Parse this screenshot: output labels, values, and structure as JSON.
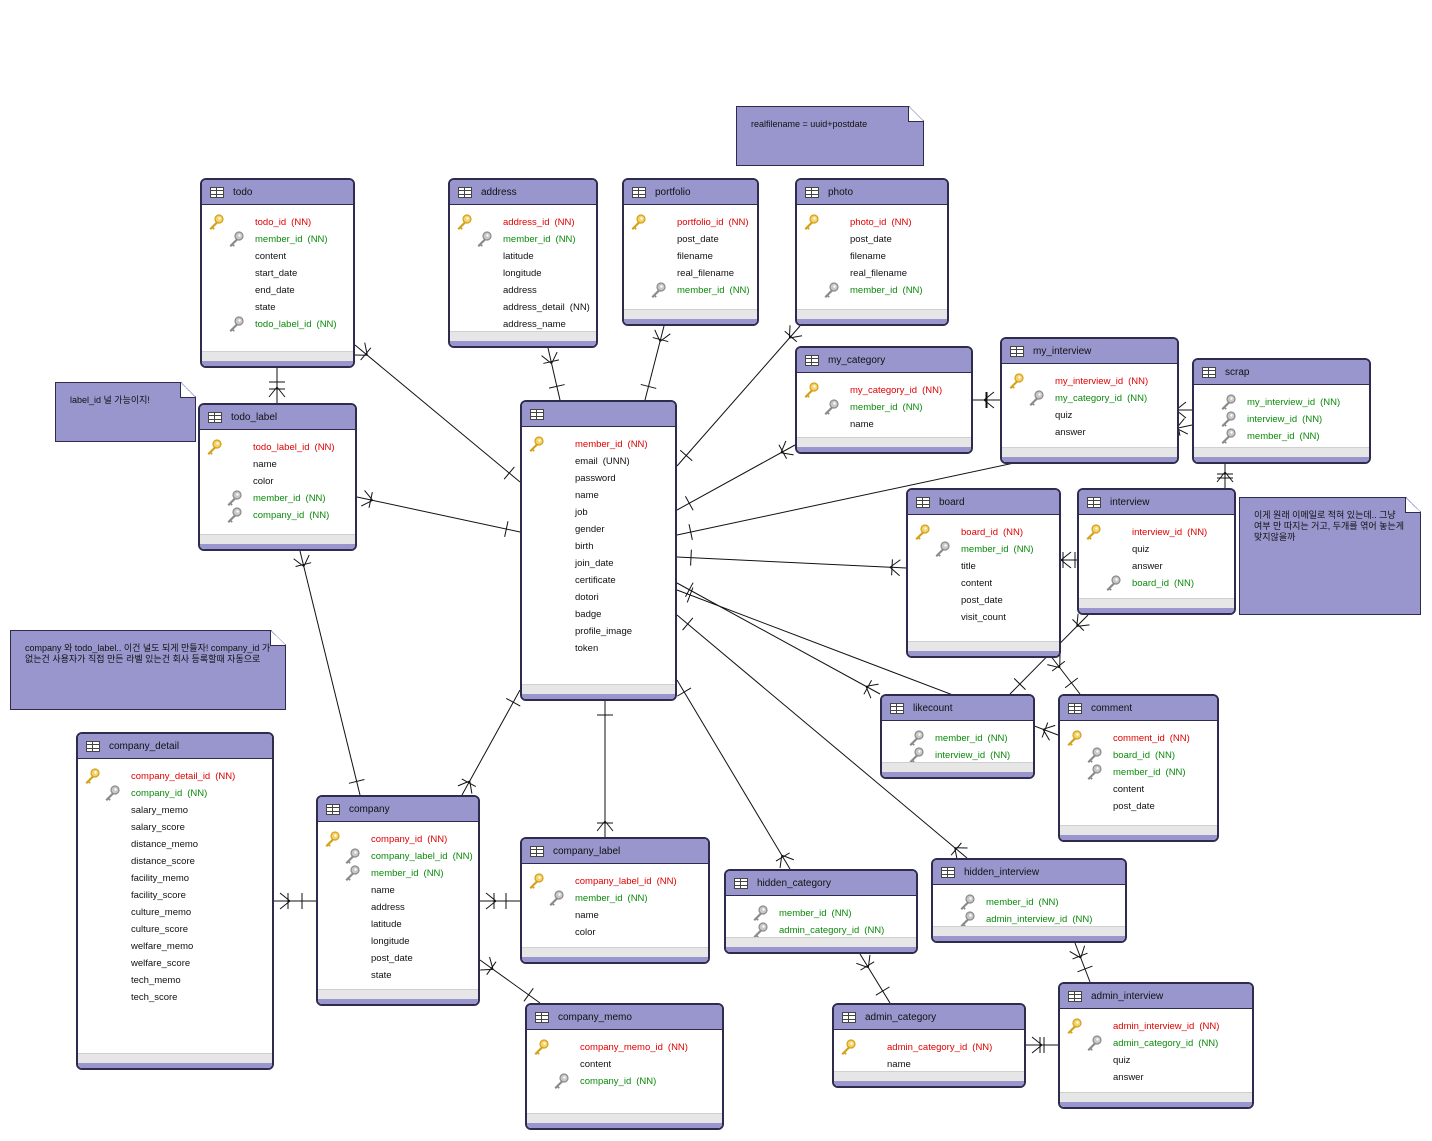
{
  "notes": [
    {
      "id": "n1",
      "text": "realfilename = uuid+postdate"
    },
    {
      "id": "n2",
      "text": "label_id 널 가능이지!"
    },
    {
      "id": "n3",
      "text": "company 와 todo_label.. 이건 널도 되게 만들자! company_id 가 없는건 사용자가 직접 만든 라벨 있는건 회사 등록할때 자동으로"
    },
    {
      "id": "n4",
      "text": "이게 원래 이메일로 적혀 있는데.. 그냥 여부 만 따지는 거고, 두개를 엮어 놓는게 맞지않을까"
    }
  ],
  "tables": [
    {
      "id": "todo",
      "title": "todo",
      "columns": [
        {
          "name": "todo_id",
          "tag": "(NN)",
          "key": "pk"
        },
        {
          "name": "member_id",
          "tag": "(NN)",
          "key": "fk"
        },
        {
          "name": "content",
          "tag": "",
          "key": ""
        },
        {
          "name": "start_date",
          "tag": "",
          "key": ""
        },
        {
          "name": "end_date",
          "tag": "",
          "key": ""
        },
        {
          "name": "state",
          "tag": "",
          "key": ""
        },
        {
          "name": "todo_label_id",
          "tag": "(NN)",
          "key": "fk"
        }
      ]
    },
    {
      "id": "address",
      "title": "address",
      "columns": [
        {
          "name": "address_id",
          "tag": "(NN)",
          "key": "pk"
        },
        {
          "name": "member_id",
          "tag": "(NN)",
          "key": "fk"
        },
        {
          "name": "latitude",
          "tag": "",
          "key": ""
        },
        {
          "name": "longitude",
          "tag": "",
          "key": ""
        },
        {
          "name": "address",
          "tag": "",
          "key": ""
        },
        {
          "name": "address_detail",
          "tag": "(NN)",
          "key": ""
        },
        {
          "name": "address_name",
          "tag": "",
          "key": ""
        }
      ]
    },
    {
      "id": "portfolio",
      "title": "portfolio",
      "columns": [
        {
          "name": "portfolio_id",
          "tag": "(NN)",
          "key": "pk"
        },
        {
          "name": "post_date",
          "tag": "",
          "key": ""
        },
        {
          "name": "filename",
          "tag": "",
          "key": ""
        },
        {
          "name": "real_filename",
          "tag": "",
          "key": ""
        },
        {
          "name": "member_id",
          "tag": "(NN)",
          "key": "fk"
        }
      ]
    },
    {
      "id": "photo",
      "title": "photo",
      "columns": [
        {
          "name": "photo_id",
          "tag": "(NN)",
          "key": "pk"
        },
        {
          "name": "post_date",
          "tag": "",
          "key": ""
        },
        {
          "name": "filename",
          "tag": "",
          "key": ""
        },
        {
          "name": "real_filename",
          "tag": "",
          "key": ""
        },
        {
          "name": "member_id",
          "tag": "(NN)",
          "key": "fk"
        }
      ]
    },
    {
      "id": "my_category",
      "title": "my_category",
      "columns": [
        {
          "name": "my_category_id",
          "tag": "(NN)",
          "key": "pk"
        },
        {
          "name": "member_id",
          "tag": "(NN)",
          "key": "fk"
        },
        {
          "name": "name",
          "tag": "",
          "key": ""
        }
      ]
    },
    {
      "id": "my_interview",
      "title": "my_interview",
      "columns": [
        {
          "name": "my_interview_id",
          "tag": "(NN)",
          "key": "pk"
        },
        {
          "name": "my_category_id",
          "tag": "(NN)",
          "key": "fk"
        },
        {
          "name": "quiz",
          "tag": "",
          "key": ""
        },
        {
          "name": "answer",
          "tag": "",
          "key": ""
        }
      ]
    },
    {
      "id": "scrap",
      "title": "scrap",
      "columns": [
        {
          "name": "my_interview_id",
          "tag": "(NN)",
          "key": "fk"
        },
        {
          "name": "interview_id",
          "tag": "(NN)",
          "key": "fk"
        },
        {
          "name": "member_id",
          "tag": "(NN)",
          "key": "fk"
        }
      ]
    },
    {
      "id": "todo_label",
      "title": "todo_label",
      "columns": [
        {
          "name": "todo_label_id",
          "tag": "(NN)",
          "key": "pk"
        },
        {
          "name": "name",
          "tag": "",
          "key": ""
        },
        {
          "name": "color",
          "tag": "",
          "key": ""
        },
        {
          "name": "member_id",
          "tag": "(NN)",
          "key": "fk"
        },
        {
          "name": "company_id",
          "tag": "(NN)",
          "key": "fk"
        }
      ]
    },
    {
      "id": "member",
      "title": "",
      "columns": [
        {
          "name": "member_id",
          "tag": "(NN)",
          "key": "pk"
        },
        {
          "name": "email",
          "tag": "(UNN)",
          "key": ""
        },
        {
          "name": "password",
          "tag": "",
          "key": ""
        },
        {
          "name": "name",
          "tag": "",
          "key": ""
        },
        {
          "name": "job",
          "tag": "",
          "key": ""
        },
        {
          "name": "gender",
          "tag": "",
          "key": ""
        },
        {
          "name": "birth",
          "tag": "",
          "key": ""
        },
        {
          "name": "join_date",
          "tag": "",
          "key": ""
        },
        {
          "name": "certificate",
          "tag": "",
          "key": ""
        },
        {
          "name": "dotori",
          "tag": "",
          "key": ""
        },
        {
          "name": "badge",
          "tag": "",
          "key": ""
        },
        {
          "name": "profile_image",
          "tag": "",
          "key": ""
        },
        {
          "name": "token",
          "tag": "",
          "key": ""
        }
      ]
    },
    {
      "id": "board",
      "title": "board",
      "columns": [
        {
          "name": "board_id",
          "tag": "(NN)",
          "key": "pk"
        },
        {
          "name": "member_id",
          "tag": "(NN)",
          "key": "fk"
        },
        {
          "name": "title",
          "tag": "",
          "key": ""
        },
        {
          "name": "content",
          "tag": "",
          "key": ""
        },
        {
          "name": "post_date",
          "tag": "",
          "key": ""
        },
        {
          "name": "visit_count",
          "tag": "",
          "key": ""
        }
      ]
    },
    {
      "id": "interview",
      "title": "interview",
      "columns": [
        {
          "name": "interview_id",
          "tag": "(NN)",
          "key": "pk"
        },
        {
          "name": "quiz",
          "tag": "",
          "key": ""
        },
        {
          "name": "answer",
          "tag": "",
          "key": ""
        },
        {
          "name": "board_id",
          "tag": "(NN)",
          "key": "fk"
        }
      ]
    },
    {
      "id": "likecount",
      "title": "likecount",
      "columns": [
        {
          "name": "member_id",
          "tag": "(NN)",
          "key": "fk"
        },
        {
          "name": "interview_id",
          "tag": "(NN)",
          "key": "fk"
        }
      ]
    },
    {
      "id": "comment",
      "title": "comment",
      "columns": [
        {
          "name": "comment_id",
          "tag": "(NN)",
          "key": "pk"
        },
        {
          "name": "board_id",
          "tag": "(NN)",
          "key": "fk"
        },
        {
          "name": "member_id",
          "tag": "(NN)",
          "key": "fk"
        },
        {
          "name": "content",
          "tag": "",
          "key": ""
        },
        {
          "name": "post_date",
          "tag": "",
          "key": ""
        }
      ]
    },
    {
      "id": "company_detail",
      "title": "company_detail",
      "columns": [
        {
          "name": "company_detail_id",
          "tag": "(NN)",
          "key": "pk"
        },
        {
          "name": "company_id",
          "tag": "(NN)",
          "key": "fk"
        },
        {
          "name": "salary_memo",
          "tag": "",
          "key": ""
        },
        {
          "name": "salary_score",
          "tag": "",
          "key": ""
        },
        {
          "name": "distance_memo",
          "tag": "",
          "key": ""
        },
        {
          "name": "distance_score",
          "tag": "",
          "key": ""
        },
        {
          "name": "facility_memo",
          "tag": "",
          "key": ""
        },
        {
          "name": "facility_score",
          "tag": "",
          "key": ""
        },
        {
          "name": "culture_memo",
          "tag": "",
          "key": ""
        },
        {
          "name": "culture_score",
          "tag": "",
          "key": ""
        },
        {
          "name": "welfare_memo",
          "tag": "",
          "key": ""
        },
        {
          "name": "welfare_score",
          "tag": "",
          "key": ""
        },
        {
          "name": "tech_memo",
          "tag": "",
          "key": ""
        },
        {
          "name": "tech_score",
          "tag": "",
          "key": ""
        }
      ]
    },
    {
      "id": "company",
      "title": "company",
      "columns": [
        {
          "name": "company_id",
          "tag": "(NN)",
          "key": "pk"
        },
        {
          "name": "company_label_id",
          "tag": "(NN)",
          "key": "fk"
        },
        {
          "name": "member_id",
          "tag": "(NN)",
          "key": "fk"
        },
        {
          "name": "name",
          "tag": "",
          "key": ""
        },
        {
          "name": "address",
          "tag": "",
          "key": ""
        },
        {
          "name": "latitude",
          "tag": "",
          "key": ""
        },
        {
          "name": "longitude",
          "tag": "",
          "key": ""
        },
        {
          "name": "post_date",
          "tag": "",
          "key": ""
        },
        {
          "name": "state",
          "tag": "",
          "key": ""
        }
      ]
    },
    {
      "id": "company_label",
      "title": "company_label",
      "columns": [
        {
          "name": "company_label_id",
          "tag": "(NN)",
          "key": "pk"
        },
        {
          "name": "member_id",
          "tag": "(NN)",
          "key": "fk"
        },
        {
          "name": "name",
          "tag": "",
          "key": ""
        },
        {
          "name": "color",
          "tag": "",
          "key": ""
        }
      ]
    },
    {
      "id": "hidden_category",
      "title": "hidden_category",
      "columns": [
        {
          "name": "member_id",
          "tag": "(NN)",
          "key": "fk"
        },
        {
          "name": "admin_category_id",
          "tag": "(NN)",
          "key": "fk"
        }
      ]
    },
    {
      "id": "hidden_interview",
      "title": "hidden_interview",
      "columns": [
        {
          "name": "member_id",
          "tag": "(NN)",
          "key": "fk"
        },
        {
          "name": "admin_interview_id",
          "tag": "(NN)",
          "key": "fk"
        }
      ]
    },
    {
      "id": "company_memo",
      "title": "company_memo",
      "columns": [
        {
          "name": "company_memo_id",
          "tag": "(NN)",
          "key": "pk"
        },
        {
          "name": "content",
          "tag": "",
          "key": ""
        },
        {
          "name": "company_id",
          "tag": "(NN)",
          "key": "fk"
        }
      ]
    },
    {
      "id": "admin_category",
      "title": "admin_category",
      "columns": [
        {
          "name": "admin_category_id",
          "tag": "(NN)",
          "key": "pk"
        },
        {
          "name": "name",
          "tag": "",
          "key": ""
        }
      ]
    },
    {
      "id": "admin_interview",
      "title": "admin_interview",
      "columns": [
        {
          "name": "admin_interview_id",
          "tag": "(NN)",
          "key": "pk"
        },
        {
          "name": "admin_category_id",
          "tag": "(NN)",
          "key": "fk"
        },
        {
          "name": "quiz",
          "tag": "",
          "key": ""
        },
        {
          "name": "answer",
          "tag": "",
          "key": ""
        }
      ]
    }
  ],
  "colors": {
    "header": "#9896cc",
    "border": "#2e2b4f",
    "pk": "#e00000",
    "fk": "#0a8a0a",
    "line": "#111111"
  },
  "icons": {
    "primary_key": "gold-key-icon",
    "foreign_key": "gray-key-icon",
    "table": "table-grid-icon"
  }
}
